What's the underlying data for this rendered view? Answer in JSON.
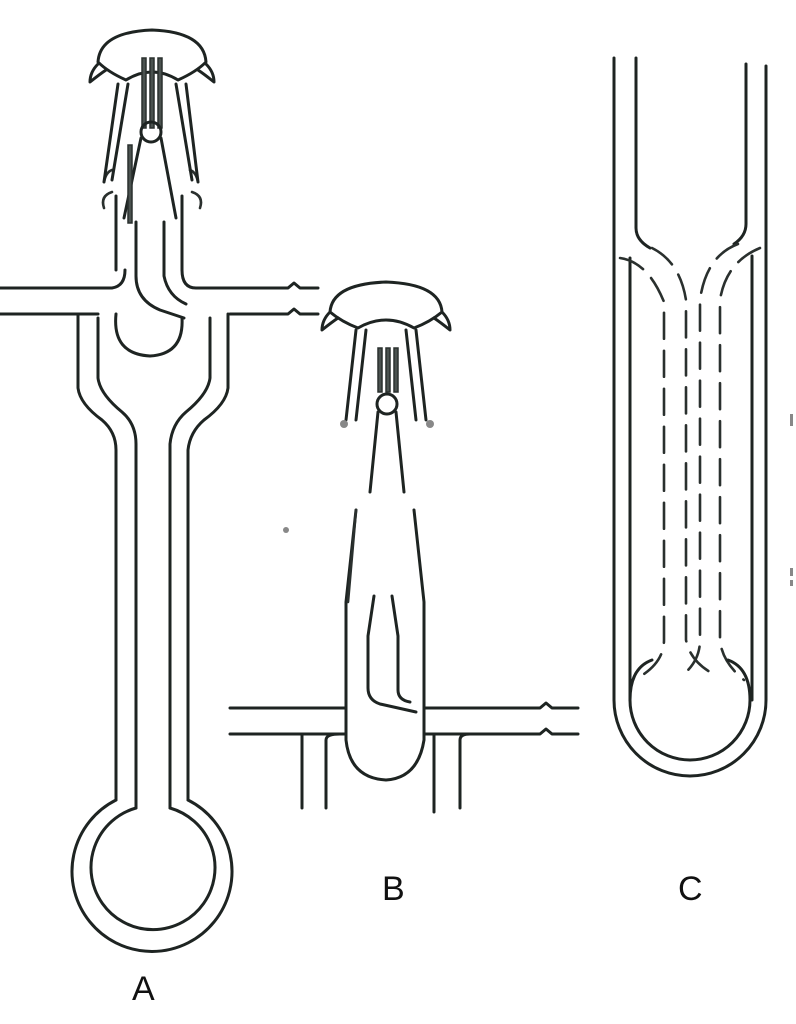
{
  "figure": {
    "labels": {
      "a": "A",
      "b": "B",
      "c": "C"
    },
    "colors": {
      "stroke": "#1e2422",
      "background": "#ffffff"
    }
  }
}
